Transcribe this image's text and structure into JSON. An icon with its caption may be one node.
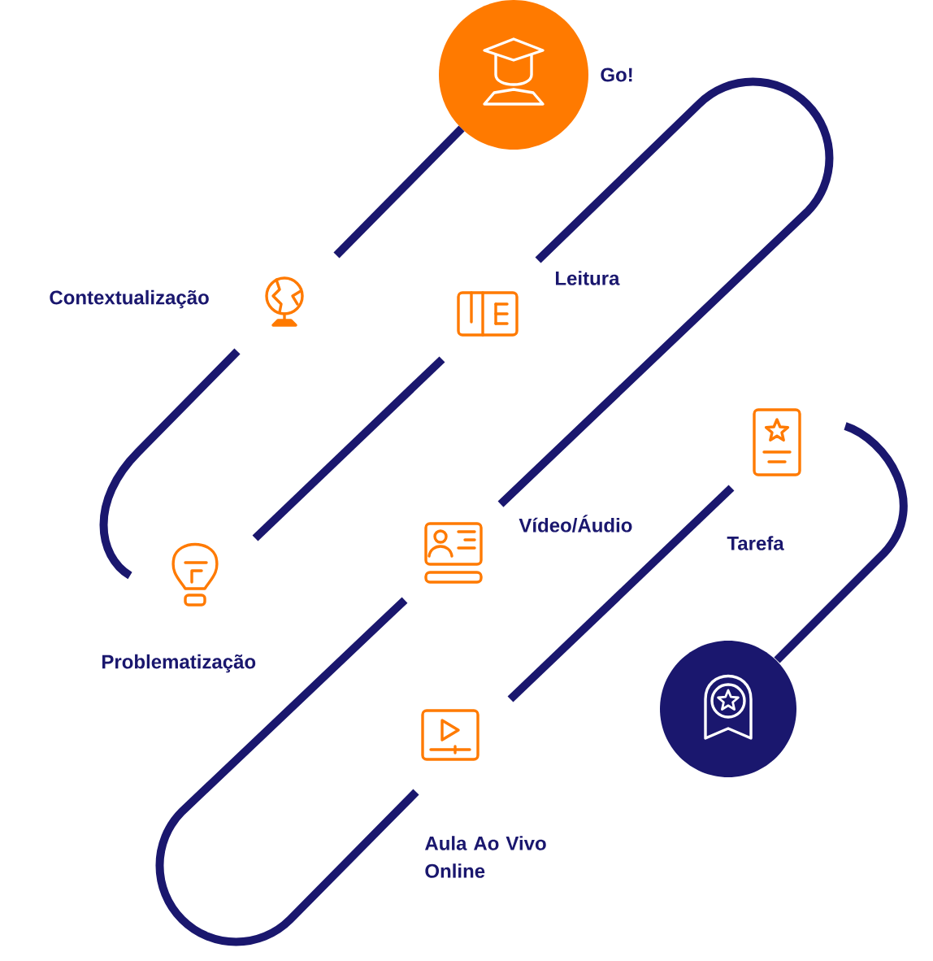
{
  "diagram": {
    "nodes": [
      {
        "text": [
          "Go!"
        ]
      },
      {
        "text": [
          "Contextualização"
        ]
      },
      {
        "text": [
          "Problematização"
        ]
      },
      {
        "text": [
          "Leitura"
        ]
      },
      {
        "text": [
          "Vídeo/Áudio"
        ]
      },
      {
        "text": [
          "Aula Ao Vivo Online"
        ]
      },
      {
        "text": [
          "Tarefa"
        ]
      },
      {
        "text": [],
        "shape": "circle"
      }
    ],
    "edges": [
      {
        "from": 0,
        "to": 1,
        "arrow": "none"
      },
      {
        "from": 1,
        "to": 2,
        "arrow": "none"
      },
      {
        "from": 2,
        "to": 3,
        "arrow": "none"
      },
      {
        "from": 3,
        "to": 4,
        "arrow": "none"
      },
      {
        "from": 4,
        "to": 5,
        "arrow": "none"
      },
      {
        "from": 5,
        "to": 6,
        "arrow": "none"
      },
      {
        "from": 6,
        "to": 7,
        "arrow": "none"
      }
    ]
  }
}
